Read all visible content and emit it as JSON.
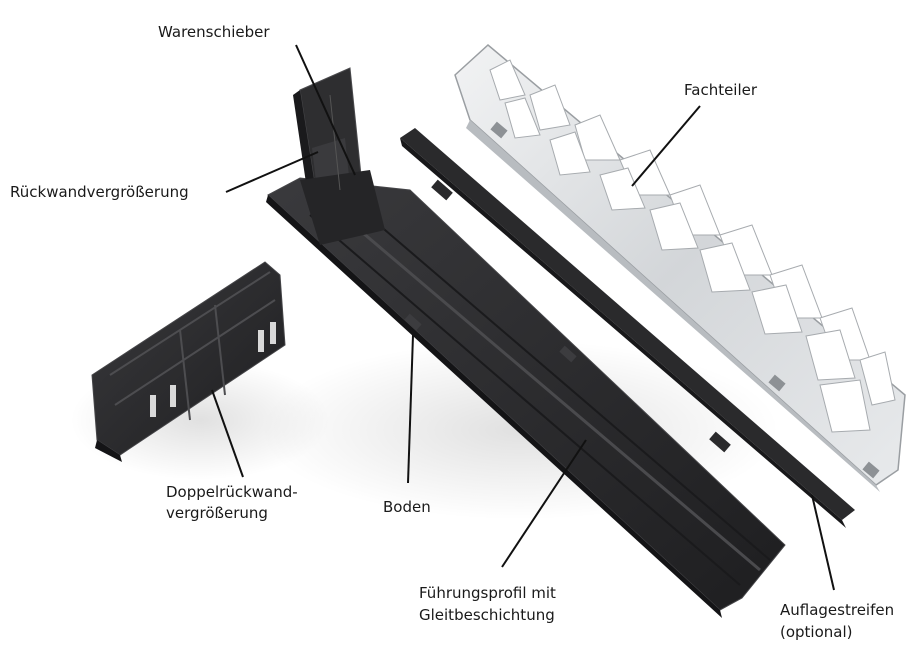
{
  "labels": {
    "warenschieber": "Warenschieber",
    "fachteiler": "Fachteiler",
    "rueckwand": "Rückwandvergrößerung",
    "doppel_line1": "Doppelrückwand-",
    "doppel_line2": "vergrößerung",
    "boden": "Boden",
    "fuehrung_line1": "Führungsprofil mit",
    "fuehrung_line2": "Gleitbeschichtung",
    "auflage_line1": "Auflagestreifen",
    "auflage_line2": "(optional)"
  },
  "colors": {
    "dark_part": "#2b2b2d",
    "dark_edge": "#454548",
    "metal": "#d9dcdf",
    "metal_edge": "#9a9ea2",
    "leader": "#111111"
  }
}
